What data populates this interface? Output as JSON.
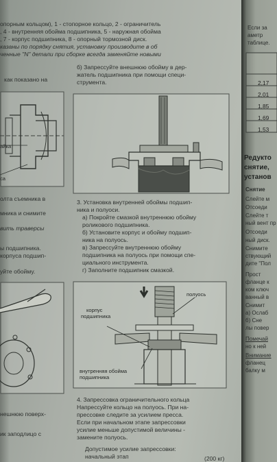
{
  "top_lines": [
    "опорным кольцом), 1 - стопорное кольцо, 2 - ограничитель",
    ", 4 - внутренняя обойма подшипника, 5 - наружная обойма",
    ", 7 - корпус подшипника, 8 - опорный тормозной диск.",
    "казаны по порядку снятия, установку производите в об",
    "ченные \"N\" детали при сборке всегда заменяйте новыми"
  ],
  "left_col": {
    "l1": "как показано на",
    "label_ka": "айка",
    "label_sa": "са",
    "l2": "олта съемника в",
    "l3": "мника и снимите",
    "l4": "вить   траверсы",
    "l5": "ы подшипника.",
    "l6": "корпуса подшип-",
    "l7": "уйте обойму.",
    "l8": "нешнюю поверх-",
    "l9": "ик заподлицо с"
  },
  "step_b_top": [
    "б) Запрессуйте внешнюю обойму в дер-",
    "жатель подшипника при помощи специ-",
    "струмента."
  ],
  "step3": [
    "3. Установка внутренней обоймы подшип-",
    "ника и полуоси.",
    "а) Покройте смазкой внутреннюю обойму",
    "роликового подшипника.",
    "б) Установите корпус и обойму подшип-",
    "ника на полуось.",
    "в)   Запрессуйте   внутреннюю   обойму",
    "подшипника на полуось при помощи спе-",
    "циального инструмента.",
    "г) Заполните подшипник смазкой."
  ],
  "fig2_labels": {
    "axle": "полуось",
    "housing_1": "корпус",
    "housing_2": "подшипника",
    "inner_1": "внутренняя обойма",
    "inner_2": "подшипника"
  },
  "step4": [
    "4. Запрессовка ограничительного кольца",
    "Напрессуйте кольцо на полуось. При на-",
    "прессовке следите за усилием пресса.",
    "Если при начальном этапе запрессовки",
    "усилие меньше допустимой величины -",
    "замените полуось.",
    "Допустимое усилие запрессовки:",
    "начальный этап"
  ],
  "step4_tail": "(200 кг)",
  "right_page": {
    "top": [
      "Если за",
      "аметр",
      "таблице."
    ],
    "table": [
      "2,17",
      "2,01",
      "1,85",
      "1,69",
      "1,53"
    ],
    "heading": [
      "Редукто",
      "снятие,",
      "установ"
    ],
    "sub": "Снятие",
    "items": [
      "Слейте м",
      "Отсоеди",
      "Слейте т",
      "ный вент пр",
      "Отсоеди",
      "ный диск.",
      "Снимите",
      "ствующий",
      "дите \"Пол",
      "Прост",
      "фланце к",
      "ком ключ",
      "ванный в",
      "Снимит",
      "а) Ослаб",
      "б) Сне",
      "лы повер",
      "Помечай",
      "но к ней",
      "Внимание",
      "фланец",
      "балку м"
    ]
  }
}
